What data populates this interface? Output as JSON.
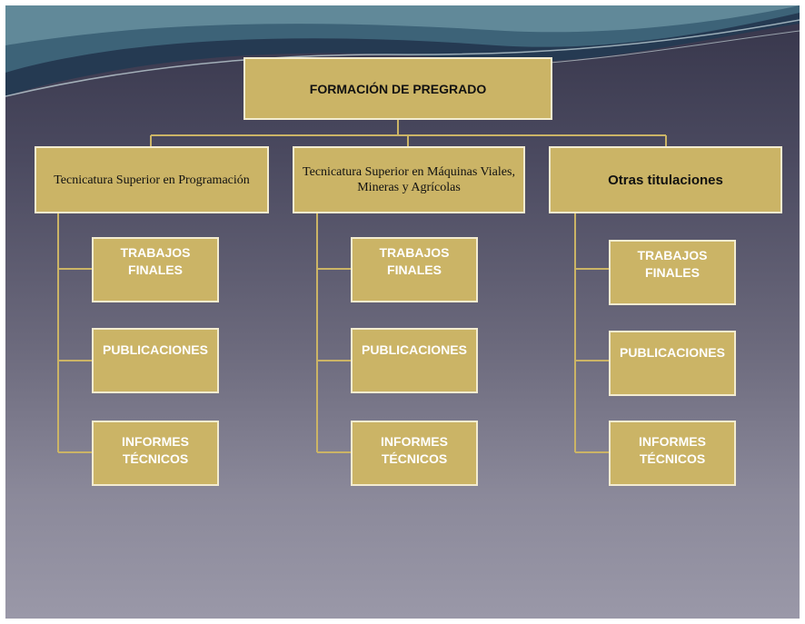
{
  "root": {
    "label": "FORMACIÓN DE PREGRADO"
  },
  "programs": [
    {
      "title": "Tecnicatura Superior en Programación",
      "children": [
        "TRABAJOS FINALES",
        "PUBLICACIONES",
        "INFORMES TÉCNICOS"
      ]
    },
    {
      "title": "Tecnicatura Superior en Máquinas Viales, Mineras y Agrícolas",
      "children": [
        "TRABAJOS FINALES",
        "PUBLICACIONES",
        "INFORMES TÉCNICOS"
      ]
    },
    {
      "title": "Otras titulaciones",
      "children": [
        "TRABAJOS FINALES",
        "PUBLICACIONES",
        "INFORMES TÉCNICOS"
      ]
    }
  ],
  "colors": {
    "box_fill": "#cbb466",
    "box_border": "#f3ecd0",
    "connector": "#cbb466",
    "leaf_text": "#ffffff"
  }
}
